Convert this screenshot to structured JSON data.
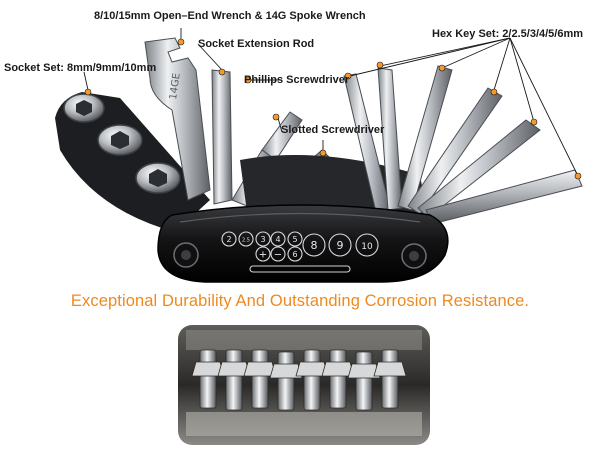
{
  "colors": {
    "accent": "#f0891d",
    "callout_dot": "#f29a2e",
    "callout_line": "#1a1a1a",
    "tool_body": "#1b1b1d",
    "steel": "#c9ccd0"
  },
  "callouts": {
    "wrench": "8/10/15mm Open–End Wrench & 14G Spoke Wrench",
    "socket_rod": "Socket Extension Rod",
    "socket_set": "Socket Set: 8mm/9mm/10mm",
    "phillips": "Phillips Screwdriver",
    "slotted": "Slotted Screwdriver",
    "hex_keys": "Hex Key Set: 2/2.5/3/4/5/6mm"
  },
  "tool": {
    "wrench_engraving": "14GE",
    "size_badges": [
      "2",
      "2.5",
      "3",
      "4",
      "5",
      "6",
      "8",
      "9",
      "10"
    ],
    "plus_symbol": "+",
    "minus_symbol": "−"
  },
  "tagline": "Exceptional Durability And Outstanding Corrosion Resistance."
}
